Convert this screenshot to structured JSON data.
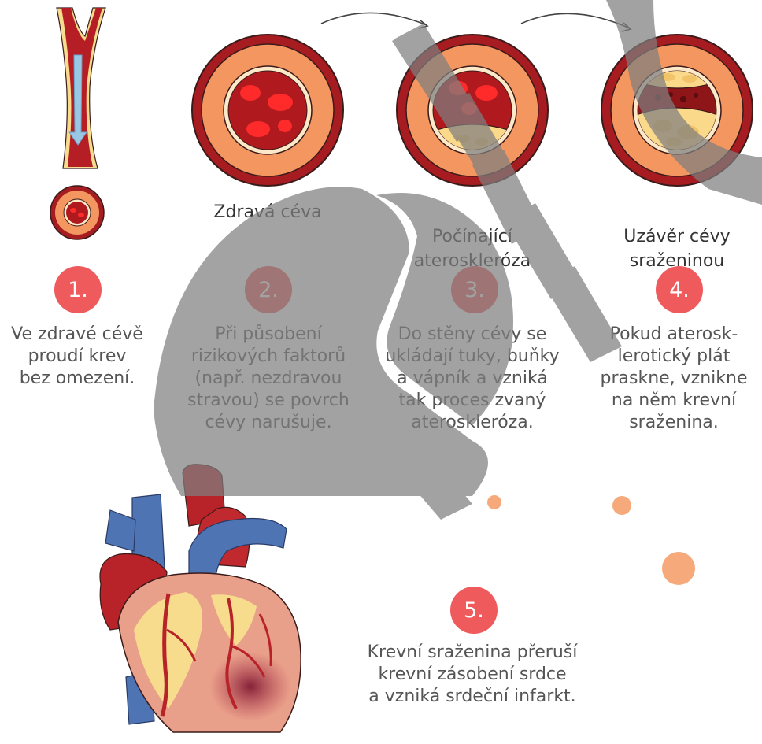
{
  "stages": [
    {
      "label": "Zdravá céva"
    },
    {
      "label": "Počínající\nateroskleróza"
    },
    {
      "label": "Uzávěr cévy\nsraženinou"
    }
  ],
  "steps": [
    {
      "number": "1.",
      "text": "Ve zdravé cévě\nproudí krev\nbez omezení."
    },
    {
      "number": "2.",
      "text": "Při působení\nrizikových faktorů\n(např. nezdravou\nstravou) se povrch\ncévy narušuje."
    },
    {
      "number": "3.",
      "text": "Do stěny cévy se\nukládají tuky, buňky\na vápník a vzniká\ntak proces zvaný\nateroskleróza."
    },
    {
      "number": "4.",
      "text": "Pokud aterosk-\nlerotický plát\npraskne, vznikne\nna něm krevní\nsraženina."
    },
    {
      "number": "5.",
      "text": "Krevní sraženina přeruší\nkrevní zásobení srdce\na vzniká srdeční infarkt."
    }
  ],
  "colors": {
    "accent": "#ef5a5d",
    "vessel_outer": "#a61c21",
    "vessel_wall": "#f4965f",
    "blood": "#b01a1f",
    "plaque": "#fbd98a",
    "dots": "#f6a97a",
    "watermark": "#888888"
  }
}
